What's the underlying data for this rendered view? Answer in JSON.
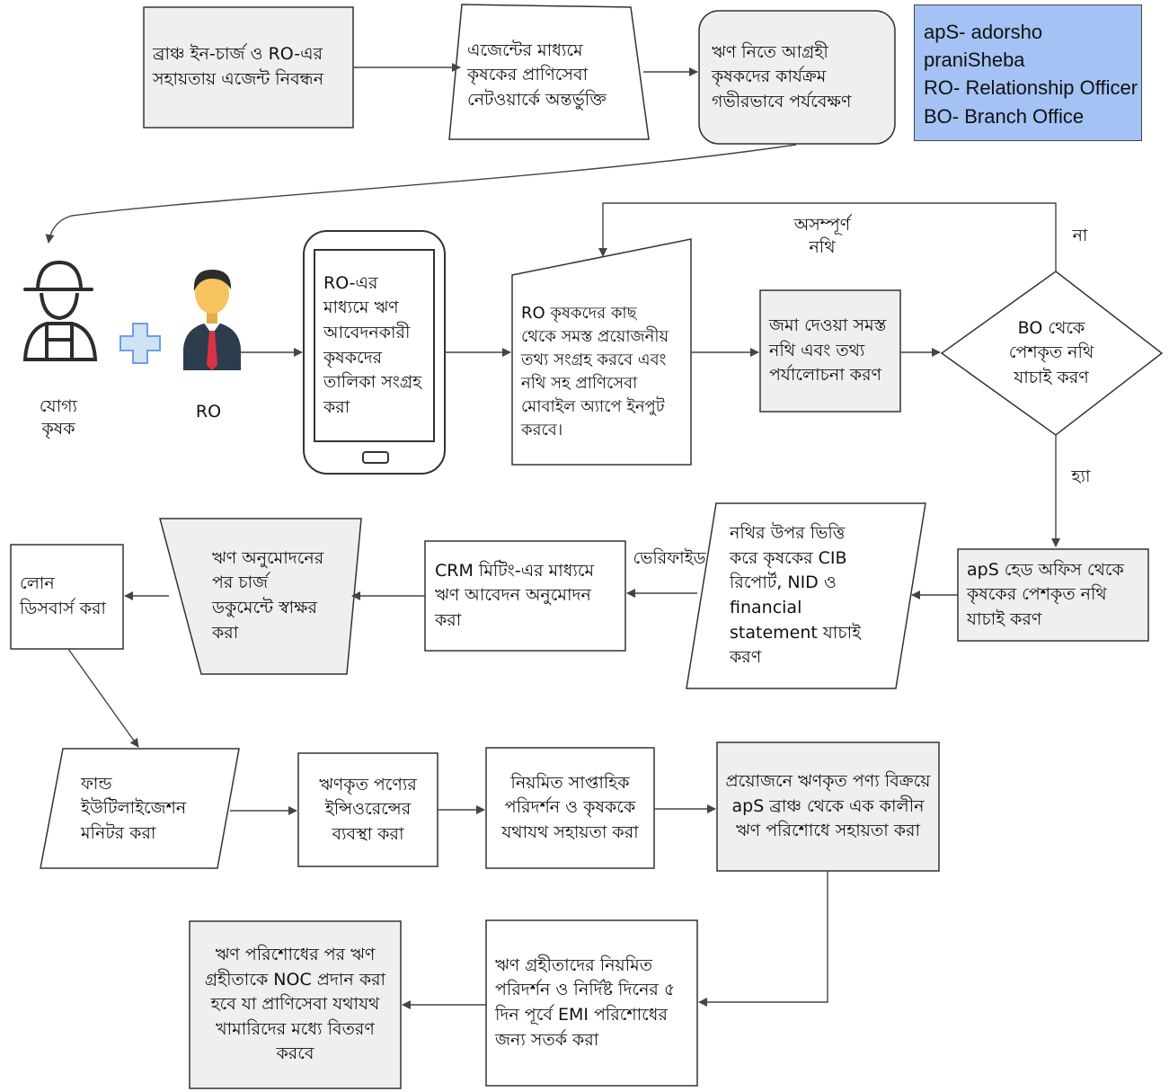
{
  "legend": {
    "lines": [
      "apS- adorsho",
      "praniSheba",
      "RO- Relationship Officer",
      "BO- Branch Office"
    ]
  },
  "nodes": {
    "n1": "ব্রাঞ্চ ইন-চার্জ ও RO-এর\nসহায়তায় এজেন্ট নিবন্ধন",
    "n2": "এজেন্টের মাধ্যমে\nকৃষকের প্রাণিসেবা\nনেটওয়ার্কে অন্তর্ভুক্তি",
    "n3": "ঋণ নিতে আগ্রহী\nকৃষকদের কার্যক্রম\nগভীরভাবে পর্যবেক্ষণ",
    "farmer_label": "যোগ্য\nকৃষক",
    "ro_label": "RO",
    "phone": "RO-এর\nমাধ্যমে ঋণ\nআবেদনকারী\nকৃষকদের\nতালিকা সংগ্রহ\nকরা",
    "collect": "RO কৃষকদের কাছ\nথেকে সমস্ত প্রয়োজনীয়\nতথ্য সংগ্রহ করবে এবং\nনথি সহ প্রাণিসেবা\nমোবাইল অ্যাপে ইনপুট\nকরবে।",
    "review": "জমা দেওয়া সমস্ত\nনথি এবং তথ্য\nপর্যালোচনা করণ",
    "bo": "BO থেকে\nপেশকৃত নথি\nযাচাই করণ",
    "incomplete": "অসম্পূর্ণ\nনথি",
    "no": "না",
    "yes": "হ্যা",
    "hq": "apS হেড অফিস থেকে\nকৃষকের পেশকৃত নথি\nযাচাই করণ",
    "cib": "নথির উপর ভিত্তি\nকরে কৃষকের CIB\nরিপোর্ট, NID ও\nfinancial\nstatement যাচাই\nকরণ",
    "verified": "ভেরিফাইড",
    "crm": "CRM মিটিং-এর মাধ্যমে\nঋণ আবেদন অনুমোদন\nকরা",
    "charge": "ঋণ অনুমোদনের\nপর চার্জ\nডকুমেন্টে স্বাক্ষর\nকরা",
    "disburse": "লোন\nডিসবার্স করা",
    "fund": "ফান্ড\nইউটিলাইজেশন\nমনিটর করা",
    "insurance": "ঋণকৃত পণ্যের\nইন্সিওরেন্সের\nব্যবস্থা করা",
    "weekly": "নিয়মিত সাপ্তাহিক\nপরিদর্শন ও কৃষককে\nযথাযথ সহায়তা করা",
    "sale": "প্রয়োজনে ঋণকৃত পণ্য বিক্রয়ে\napS ব্রাঞ্চ থেকে এক কালীন\nঋণ পরিশোধে সহায়তা করা",
    "emi": "ঋণ গ্রহীতাদের নিয়মিত\nপরিদর্শন ও নির্দিষ্ট দিনের ৫\nদিন পূর্বে EMI পরিশোধের\nজন্য সতর্ক করা",
    "noc": "ঋণ পরিশোধের পর ঋণ\nগ্রহীতাকে NOC প্রদান করা\nহবে যা প্রাণিসেবা যথাযথ\nখামারিদের মধ্যে বিতরণ\nকরবে"
  },
  "colors": {
    "gray_fill": "#efefef",
    "legend_fill": "#a4c2f4",
    "stroke": "#333333",
    "icon_dark": "#2d2d2d",
    "ro_suit": "#2e3d4d",
    "ro_tie": "#d9334a",
    "ro_skin": "#f7c35f",
    "plus_fill": "#cfe2f3",
    "plus_stroke": "#6d9eeb"
  }
}
